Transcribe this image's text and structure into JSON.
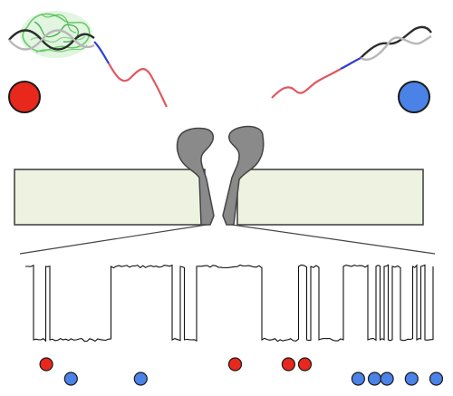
{
  "colors": {
    "background": "#ffffff",
    "red_marker": "#e8281c",
    "blue_marker": "#4a82e8",
    "marker_outline": "#1a1a1a",
    "membrane_fill": "#eef2e0",
    "membrane_stroke": "#3a3a3a",
    "pore_fill": "#8a8a8a",
    "pore_stroke": "#444444",
    "protein_green": "#5cc45c",
    "dna_dark": "#2b2b2b",
    "dna_light": "#b8b8b8",
    "linker_blue": "#2f3fd0",
    "strand_red": "#e05860",
    "trace": "#111111"
  },
  "icons": {
    "left_marker": "red-circle",
    "right_marker": "blue-circle",
    "protein": "protein-ribbon-cloud",
    "pore": "nanopore-channel"
  },
  "trace_data": {
    "type": "current-trace",
    "levels": [
      "open",
      "blocked"
    ],
    "segments": [
      [
        "open",
        0.0
      ],
      [
        "blocked",
        0.02
      ],
      [
        "open",
        0.05
      ],
      [
        "blocked",
        0.06
      ],
      [
        "open",
        0.21
      ],
      [
        "blocked",
        0.36
      ],
      [
        "open",
        0.38
      ],
      [
        "blocked",
        0.39
      ],
      [
        "open",
        0.42
      ],
      [
        "blocked",
        0.58
      ],
      [
        "open",
        0.67
      ],
      [
        "blocked",
        0.69
      ],
      [
        "open",
        0.7
      ],
      [
        "blocked",
        0.72
      ],
      [
        "open",
        0.78
      ],
      [
        "blocked",
        0.84
      ],
      [
        "open",
        0.86
      ],
      [
        "blocked",
        0.87
      ],
      [
        "open",
        0.88
      ],
      [
        "blocked",
        0.89
      ],
      [
        "open",
        0.9
      ],
      [
        "blocked",
        0.92
      ],
      [
        "open",
        0.95
      ],
      [
        "blocked",
        0.96
      ],
      [
        "open",
        0.97
      ],
      [
        "blocked",
        0.98
      ],
      [
        "open",
        1.0
      ]
    ]
  },
  "event_markers": [
    {
      "type": "red",
      "position": 0.04
    },
    {
      "type": "blue",
      "position": 0.1
    },
    {
      "type": "blue",
      "position": 0.27
    },
    {
      "type": "red",
      "position": 0.5
    },
    {
      "type": "red",
      "position": 0.63
    },
    {
      "type": "red",
      "position": 0.67
    },
    {
      "type": "blue",
      "position": 0.8
    },
    {
      "type": "blue",
      "position": 0.84
    },
    {
      "type": "blue",
      "position": 0.87
    },
    {
      "type": "blue",
      "position": 0.93
    },
    {
      "type": "blue",
      "position": 0.99
    }
  ]
}
